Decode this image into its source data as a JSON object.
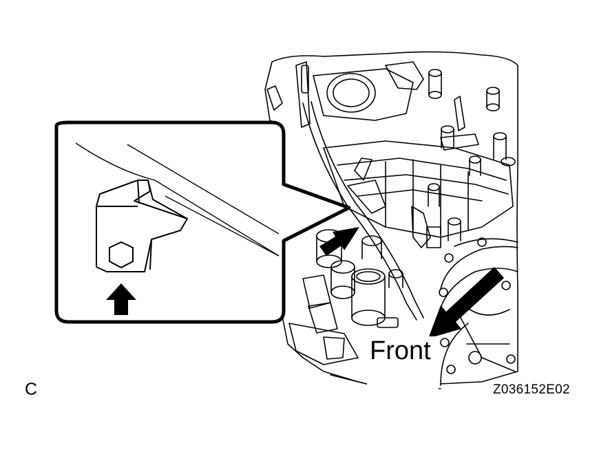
{
  "labels": {
    "corner_letter": "C",
    "front": "Front",
    "figure_code": "Z036152E02"
  },
  "colors": {
    "ink": "#000000",
    "paper": "#ffffff"
  }
}
